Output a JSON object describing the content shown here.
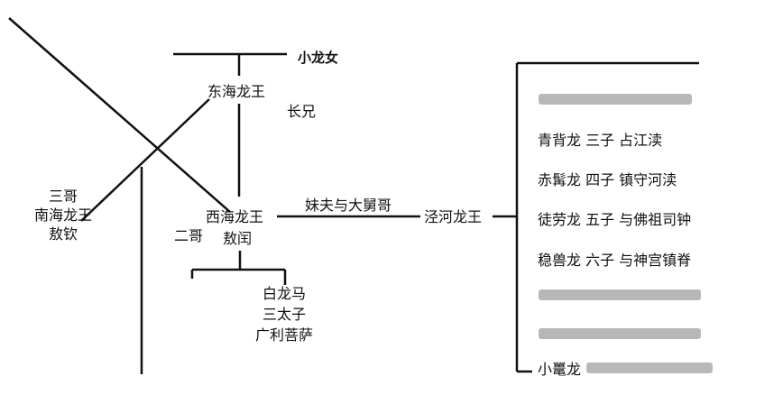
{
  "diagram": {
    "xiaolongnu": "小龙女",
    "donghai": "东海龙王",
    "zhangxiong": "长兄",
    "xihai": "西海龙王",
    "erge": "二哥",
    "aorun": "敖闰",
    "sange": "三哥",
    "nanhai": "南海龙王",
    "aoqin": "敖钦",
    "edge_label": "妹夫与大舅哥",
    "jinghe": "泾河龙王",
    "son_white_1": "白龙马",
    "son_white_2": "三太子",
    "son_white_3": "广利菩萨",
    "sons": [
      {
        "text": "青背龙 三子 占江渎"
      },
      {
        "text": "赤髯龙 四子 镇守河渎"
      },
      {
        "text": "徒劳龙 五子 与佛祖司钟"
      },
      {
        "text": "稳兽龙 六子 与神宫镇脊"
      },
      {
        "text": "小鼍龙"
      }
    ]
  },
  "colors": {
    "line": "#111111",
    "text": "#111111"
  }
}
